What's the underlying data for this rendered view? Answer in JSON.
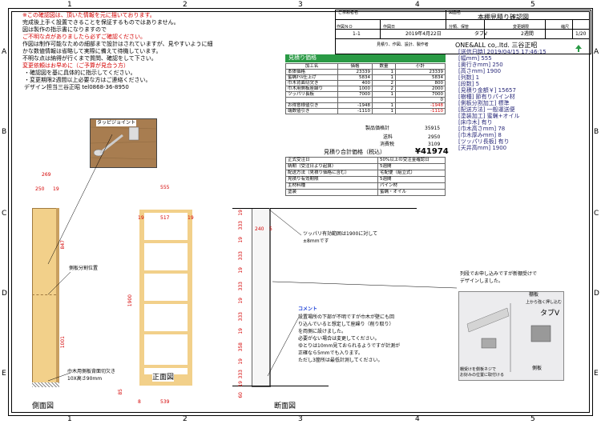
{
  "grid": {
    "cols": [
      "1",
      "2",
      "3",
      "4",
      "5"
    ],
    "rows": [
      "A",
      "B",
      "C",
      "D",
      "E"
    ]
  },
  "notes": {
    "line1": "※この確認図は、頂いた情報を元に描いております。",
    "line2": "完成後上手く設置できることを保証するものではありません。",
    "line3": "図は製作の指示書になりますので",
    "line4": "ご不明な点がありましたら必ずご確認ください。",
    "line5": "作図は制作可能なための細部まで設計はされていますが、見やすいように細",
    "line6": "かな数値情報は省略して実際に備えて待機しています。",
    "line7": "不明な点は納得が行くまで質問、確認をして下さい。",
    "line8": "変更依頼はお早めに（ご予算が見合う方）",
    "line9": "・確認図を基に具体的に指示してください。",
    "line10": "・変更期限2週間以上必要な方はご連絡ください。",
    "line11": "デザイン担当三谷正昭  tel0868-36-8950"
  },
  "title_block": {
    "customer_label": "ご依頼者名",
    "drawing_label": "図面名",
    "drawing_name": "本棚見積り確認図",
    "sakuzu_no_label": "作図ＮＯ",
    "sakuzu_no": "1-1",
    "date_label": "作図日",
    "date": "2019年4月22日",
    "category_label": "分類、保管",
    "category": "タブV",
    "change_label": "変更期限",
    "change": "2週間",
    "scale_label": "縮尺",
    "scale": "1/20",
    "footer": "見積り、作図、設計、製作者",
    "company": "ONE&ALL co,.ltd. 三谷正昭"
  },
  "estimate": {
    "header": "見積り価格",
    "col_item": "加工名",
    "col_price": "価格",
    "col_qty": "数量",
    "col_sub": "小計",
    "rows": [
      {
        "item": "本体価格",
        "price": "23339",
        "qty": "1",
        "sub": "23339"
      },
      {
        "item": "蜜蝋ｵｲﾙ仕上げ",
        "price": "5834",
        "qty": "1",
        "sub": "5834"
      },
      {
        "item": "巾木背面切欠き",
        "price": "400",
        "qty": "2",
        "sub": "800"
      },
      {
        "item": "巾木用側板座繰り",
        "price": "1000",
        "qty": "2",
        "sub": "2000"
      },
      {
        "item": "ツッパリ長板",
        "price": "7000",
        "qty": "1",
        "sub": "7000"
      },
      {
        "item": "",
        "price": "",
        "qty": "",
        "sub": "0"
      },
      {
        "item": "お得意様値引き",
        "price": "-1948",
        "qty": "1",
        "sub": "-1948"
      },
      {
        "item": "端数値引き",
        "price": "-1110",
        "qty": "1",
        "sub": "-1110"
      }
    ],
    "seihin_label": "製品価格計",
    "seihin_val": "35915",
    "shipping_label": "送料",
    "shipping_val": "2950",
    "tax_label": "消費税",
    "tax_val": "3109",
    "total_label": "見積り合計価格（税込）",
    "total_val": "¥41974"
  },
  "info": {
    "rows": [
      {
        "k": "正式受注日",
        "v": "50%以上の受注金確認日"
      },
      {
        "k": "納期（受注日より起算）",
        "v": "5週間"
      },
      {
        "k": "配送方法（見積り価格に含む）",
        "v": "宅配便（組立式）"
      },
      {
        "k": "見積り有効期限",
        "v": "5週間"
      },
      {
        "k": "主材料種",
        "v": "パイン材"
      },
      {
        "k": "塗装",
        "v": "蜜蝋・オイル"
      }
    ]
  },
  "spec": {
    "l1": "[送信日時] 2019/04/15 17:46:15",
    "l2": "[幅mm] 555",
    "l3": "[奥行きmm] 250",
    "l4": "[高さmm] 1900",
    "l5": "[列数] 1",
    "l6": "[段数] 5",
    "l7": "[見積り金額￥] 15657",
    "l8": "[樹種] 節有りパイン材",
    "l9": "[側板分割加工] 標準",
    "l10": "[配送方法] 一般運送便",
    "l11": "[塗装加工] 蜜蝋+オイル",
    "l12": "[床巾木] 有り",
    "l13": "[巾木高さmm] 78",
    "l14": "[巾木厚みmm] 8",
    "l15": "[ツッパリ長板] 有り",
    "l16": "[天井高mm] 1900"
  },
  "drawing": {
    "tappi_label": "タッピジョイント",
    "side_label": "側面図",
    "front_label": "正面図",
    "section_label": "断面図",
    "dim_269": "269",
    "dim_250": "250",
    "dim_19a": "19",
    "dim_555": "555",
    "dim_19b": "19",
    "dim_517": "517",
    "dim_19c": "19",
    "dim_539": "539",
    "dim_8": "8",
    "dim_85": "85",
    "dim_1900": "1900",
    "dim_847": "847",
    "dim_1001": "1001",
    "dim_240": "240",
    "dim_5": "5",
    "sec_dims": [
      "19",
      "333",
      "19",
      "333",
      "19",
      "333",
      "19",
      "333",
      "19",
      "358",
      "19",
      "333",
      "19"
    ],
    "sec_bottom": "60",
    "side_div_label": "側板分割位置",
    "habaki_label1": "巾木用側板背面切欠き",
    "habaki_label2": "10X高さ90mm",
    "tsuppari_note1": "ツッパリ有効範囲は1900に対して",
    "tsuppari_note2": "±8mmです",
    "comment_title": "コメント",
    "comment1": "設置場所の下部が不明ですが巾木が壁にも回",
    "comment2": "り込んでいると想定して座繰り（削り取り）",
    "comment3": "を両側に設けました。",
    "comment4": "必要がない場合は変更してください。",
    "comment5": "ゆとりは10mm見ておられるようですが計測が",
    "comment6": "正確なら5mmでも入ります。",
    "comment7": "ただし3箇所は最低計測してください。",
    "tab_note1": "列段でお申し込みですが新棚受けで",
    "tab_note2": "デザインしました。",
    "tab_tanaita": "棚板",
    "tab_tanaita2": "上から強く押し込む",
    "tab_name": "タブV",
    "tab_sokuban": "側板",
    "tab_bottom1": "棚受けを側板ネジで",
    "tab_bottom2": "お好みの位置に取付ける"
  },
  "colors": {
    "wood": "#f2d08a",
    "wood_dark": "#c9a060",
    "estimate_header": "#2a9a45",
    "red": "#d40000",
    "blue": "#1a3fd6"
  }
}
